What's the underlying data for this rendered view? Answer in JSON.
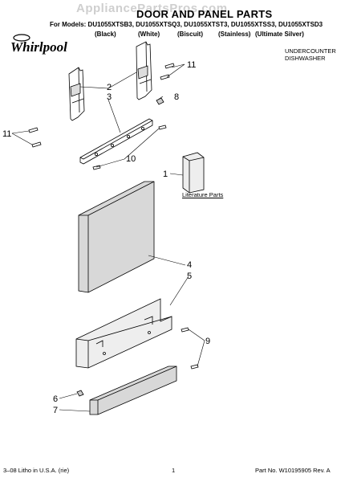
{
  "header": {
    "watermark": "AppliancePartsPros.com",
    "title": "DOOR AND PANEL PARTS",
    "models_line": "For Models: DU1055XTSB3, DU1055XTSQ3, DU1055XTST3, DU1055XTSS3, DU1055XTSD3",
    "colors": [
      "(Black)",
      "(White)",
      "(Biscuit)",
      "(Stainless)",
      "(Ultimate Silver)"
    ],
    "brand": "Whirlpool",
    "product_lines": [
      "UNDERCOUNTER",
      "DISHWASHER"
    ]
  },
  "diagram": {
    "callouts": [
      "1",
      "2",
      "3",
      "4",
      "5",
      "6",
      "7",
      "8",
      "9",
      "10",
      "11",
      "11"
    ],
    "literature_label": "Literature Parts"
  },
  "footer": {
    "left": "3–08 Litho in U.S.A. (rie)",
    "center": "1",
    "right": "Part No. W10195905 Rev. A"
  }
}
